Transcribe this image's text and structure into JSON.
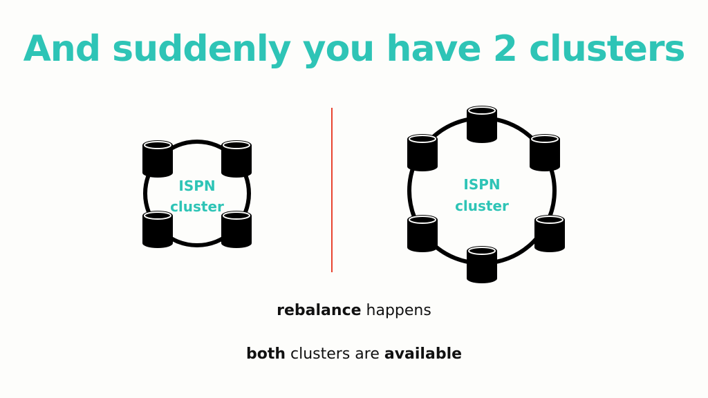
{
  "colors": {
    "accent": "#2ec4b6",
    "divider": "#e8432f",
    "ink": "#000000",
    "background": "#fdfdfb"
  },
  "title": "And suddenly you have 2 clusters",
  "clusters": {
    "left": {
      "label_line1": "ISPN",
      "label_line2": "cluster",
      "node_count": 4
    },
    "right": {
      "label_line1": "ISPN",
      "label_line2": "cluster",
      "node_count": 6
    }
  },
  "captions": {
    "line1": {
      "bold": "rebalance",
      "rest": " happens"
    },
    "line2": {
      "bold_start": "both",
      "middle": " clusters are ",
      "bold_end": "available"
    }
  },
  "icons": {
    "node": "database-icon"
  }
}
